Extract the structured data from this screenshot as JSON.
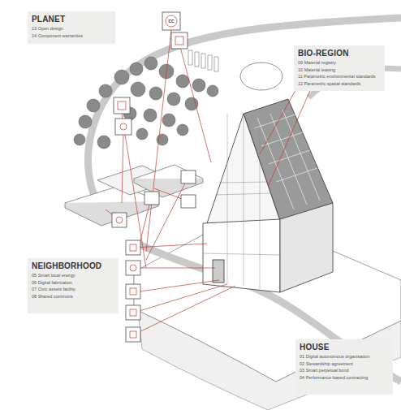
{
  "diagram": {
    "nodes": [
      {
        "text": [
          "PLANET",
          "13 Open design",
          "14 Component warranties"
        ]
      },
      {
        "text": [
          "BIO-REGION",
          "09 Material registry",
          "10 Material leasing",
          "11 Parametric environmental standards",
          "12 Parametric spatial standards"
        ]
      },
      {
        "text": [
          "NEIGHBORHOOD",
          "05 Smart local energy",
          "06 Digital fabrication",
          "07 Civic assets facility",
          "08 Shared commons"
        ]
      },
      {
        "text": [
          "HOUSE",
          "01 Digital autonomous organisation",
          "02 Stewardship agreement",
          "03 Smart perpetual bond",
          "04 Performance-based contracting"
        ]
      }
    ],
    "labels": [
      "CC"
    ]
  }
}
